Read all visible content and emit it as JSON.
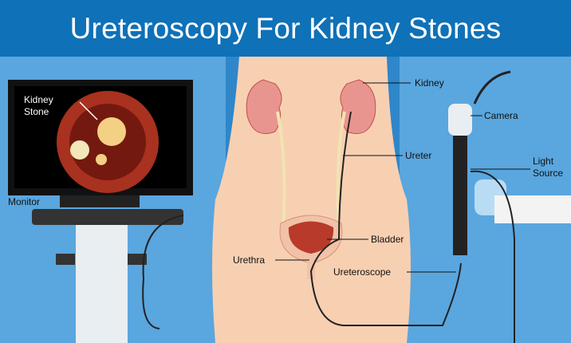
{
  "title": "Ureteroscopy For Kidney Stones",
  "labels": {
    "kidney_stone": "Kidney Stone",
    "monitor": "Monitor",
    "kidney": "Kidney",
    "camera": "Camera",
    "ureter": "Ureter",
    "light_source": "Light Source",
    "bladder": "Bladder",
    "urethra": "Urethra",
    "ureteroscope": "Ureteroscope"
  },
  "colors": {
    "header": "#0f71b7",
    "background": "#5aa6de",
    "skin": "#f7d0b2",
    "kidney": "#e9958f"
  }
}
